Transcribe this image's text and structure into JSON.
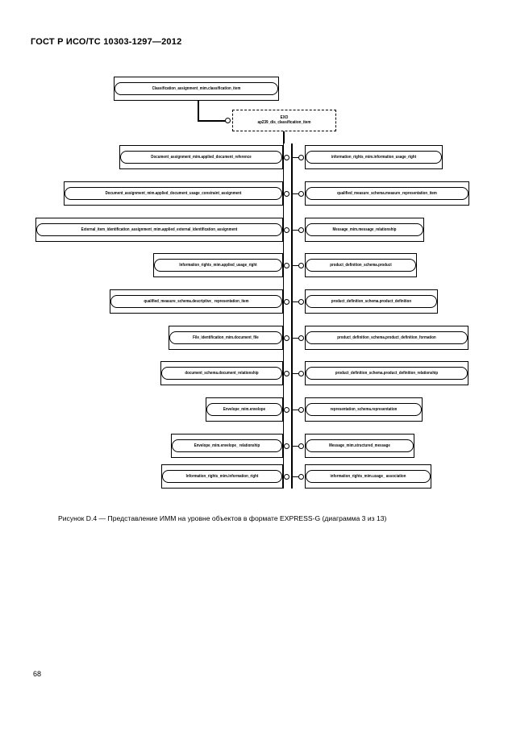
{
  "document": {
    "header_title": "ГОСТ Р ИСО/ТС 10303-1297—2012",
    "page_number": "68",
    "caption": "Рисунок  D.4 — Представление ИММ на уровне объектов в формате EXPRESS-G (диаграмма 3 из 13)"
  },
  "diagram": {
    "type": "EXPRESS-G entity relationship diagram",
    "external_box": {
      "line1": "EXO",
      "line2": "ap239_dis_classification_item"
    },
    "top_entity": "Classification_assignment_mim.classification_item",
    "left_column": [
      "Document_assignment_mim.applied_document_reference",
      "Document_assignment_mim.applied_document_usage_constraint_assignment",
      "External_item_identification_assignment_mim.applied_external_identification_assignment",
      "Information_rights_mim.applied_usage_right",
      "qualified_measure_schema.descriptive_ representation_item",
      "File_identification_mim.document_file",
      "document_schema.document_relationship",
      "Envelope_mim.envelope",
      "Envelope_mim.envelope_ relationship",
      "Information_rights_mim.information_right"
    ],
    "right_column": [
      "information_rights_mim.information_usage_right",
      "qualified_measure_schema.measure_representation_item",
      "Message_mim.message_relationship",
      "product_definition_schema.product",
      "product_definition_schema.product_definition",
      "product_definition_schema.product_definition_formation",
      "product_definition_schema.product_definition_relationship",
      "representation_schema.representation",
      "Message_mim.structured_message",
      "information_rights_mim.usage_ association"
    ]
  }
}
